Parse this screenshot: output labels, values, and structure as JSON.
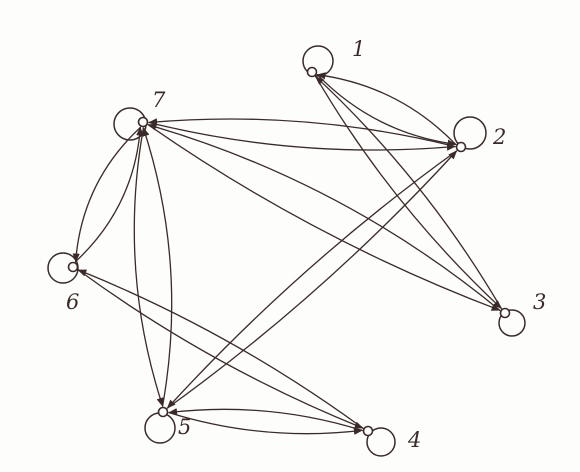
{
  "colors": {
    "ink": "#3a2a2a",
    "paper": "#fdfdfb"
  },
  "nodes": [
    {
      "id": "1",
      "label": "1"
    },
    {
      "id": "2",
      "label": "2"
    },
    {
      "id": "3",
      "label": "3"
    },
    {
      "id": "4",
      "label": "4"
    },
    {
      "id": "5",
      "label": "5"
    },
    {
      "id": "6",
      "label": "6"
    },
    {
      "id": "7",
      "label": "7"
    }
  ],
  "edges": [
    {
      "from": "1",
      "to": "1"
    },
    {
      "from": "2",
      "to": "2"
    },
    {
      "from": "3",
      "to": "3"
    },
    {
      "from": "4",
      "to": "4"
    },
    {
      "from": "5",
      "to": "5"
    },
    {
      "from": "6",
      "to": "6"
    },
    {
      "from": "7",
      "to": "7"
    },
    {
      "from": "1",
      "to": "2"
    },
    {
      "from": "2",
      "to": "1"
    },
    {
      "from": "1",
      "to": "3"
    },
    {
      "from": "3",
      "to": "1"
    },
    {
      "from": "7",
      "to": "2"
    },
    {
      "from": "2",
      "to": "7"
    },
    {
      "from": "7",
      "to": "3"
    },
    {
      "from": "3",
      "to": "7"
    },
    {
      "from": "2",
      "to": "5"
    },
    {
      "from": "5",
      "to": "2"
    },
    {
      "from": "7",
      "to": "6"
    },
    {
      "from": "6",
      "to": "7"
    },
    {
      "from": "7",
      "to": "5"
    },
    {
      "from": "5",
      "to": "7"
    },
    {
      "from": "6",
      "to": "4"
    },
    {
      "from": "4",
      "to": "6"
    },
    {
      "from": "5",
      "to": "4"
    },
    {
      "from": "4",
      "to": "5"
    }
  ]
}
